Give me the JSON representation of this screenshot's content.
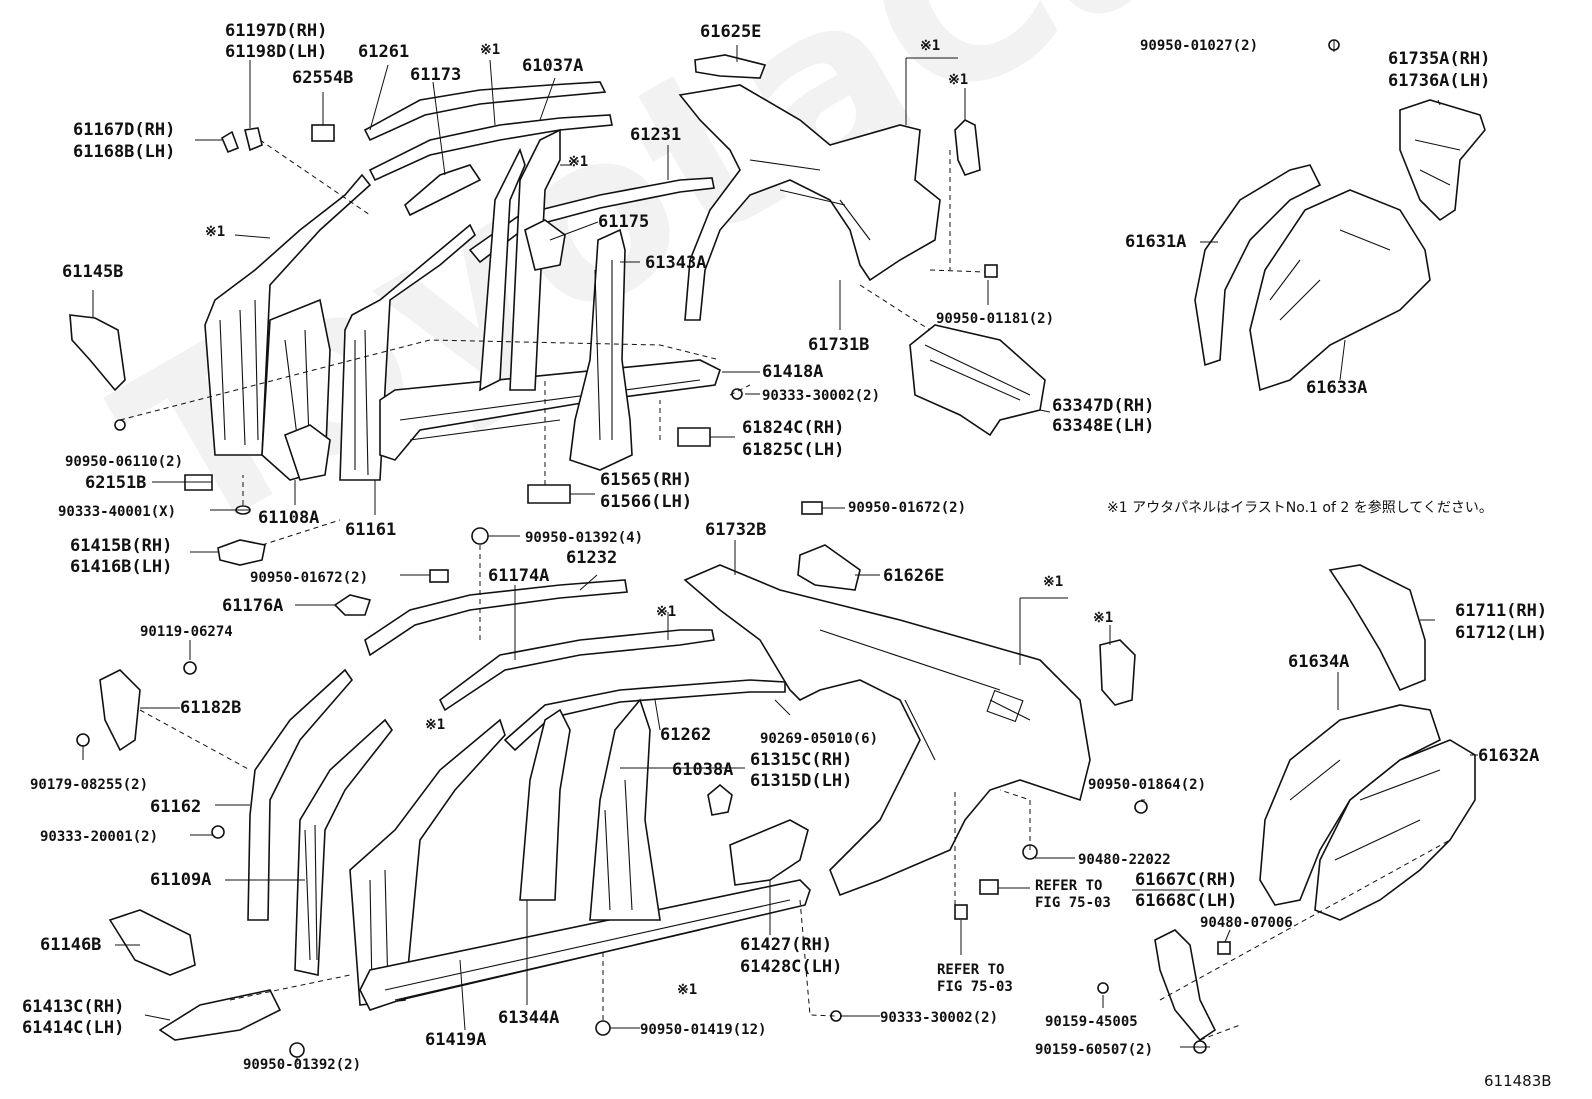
{
  "labels": {
    "l1": "61197D(RH)",
    "l2": "61198D(LH)",
    "l3": "61261",
    "l4": "62554B",
    "l5": "※1",
    "l6": "61173",
    "l7": "61037A",
    "l8": "61625E",
    "l9": "※1",
    "l10": "※1",
    "l11": "90950-01027(2)",
    "l12": "61735A(RH)",
    "l13": "61736A(LH)",
    "l14": "61167D(RH)",
    "l15": "61168B(LH)",
    "l16": "61231",
    "l17": "※1",
    "l18": "※1",
    "l19": "61175",
    "l20": "61343A",
    "l21": "61145B",
    "l22": "61631A",
    "l23": "61731B",
    "l24": "90950-01181(2)",
    "l25": "61418A",
    "l26": "90333-30002(2)",
    "l27": "61633A",
    "l28": "63347D(RH)",
    "l29": "63348E(LH)",
    "l30": "61824C(RH)",
    "l31": "61825C(LH)",
    "l32": "90950-06110(2)",
    "l33": "62151B",
    "l34": "61565(RH)",
    "l35": "61566(LH)",
    "l36": "90333-40001(X)",
    "l37": "61108A",
    "l38": "61161",
    "l39": "90950-01672(2)",
    "l40": "61415B(RH)",
    "l41": "61416B(LH)",
    "l42": "90950-01392(4)",
    "l43": "61732B",
    "l44": "61232",
    "l45": "90950-01672(2)",
    "l46": "61174A",
    "l47": "61626E",
    "l48": "61176A",
    "l49": "※1",
    "l50": "※1",
    "l51": "61711(RH)",
    "l52": "61712(LH)",
    "l53": "90119-06274",
    "l54": "※1",
    "l55": "61182B",
    "l56": "61634A",
    "l57": "※1",
    "l58": "61262",
    "l59": "90269-05010(6)",
    "l60": "61315C(RH)",
    "l61": "61315D(LH)",
    "l62": "61632A",
    "l63": "90179-08255(2)",
    "l64": "61038A",
    "l65": "90950-01864(2)",
    "l66": "61162",
    "l67": "90333-20001(2)",
    "l68": "90480-22022",
    "l69": "61109A",
    "l70": "REFER TO",
    "l71": "FIG 75-03",
    "l72": "61667C(RH)",
    "l73": "61668C(LH)",
    "l74": "61146B",
    "l75": "90480-07006",
    "l76": "61427(RH)",
    "l77": "61428C(LH)",
    "l78": "REFER TO",
    "l79": "FIG 75-03",
    "l80": "※1",
    "l81": "61413C(RH)",
    "l82": "61414C(LH)",
    "l83": "90333-30002(2)",
    "l84": "61344A",
    "l85": "61419A",
    "l86": "90950-01419(12)",
    "l87": "90159-45005",
    "l88": "90950-01392(2)",
    "l89": "90159-60507(2)"
  },
  "note_text": "※1 アウタパネルはイラストNo.1 of 2 を参照してください。",
  "figure_id": "611483B",
  "watermark_text": "ToyotaCarMine.ru"
}
